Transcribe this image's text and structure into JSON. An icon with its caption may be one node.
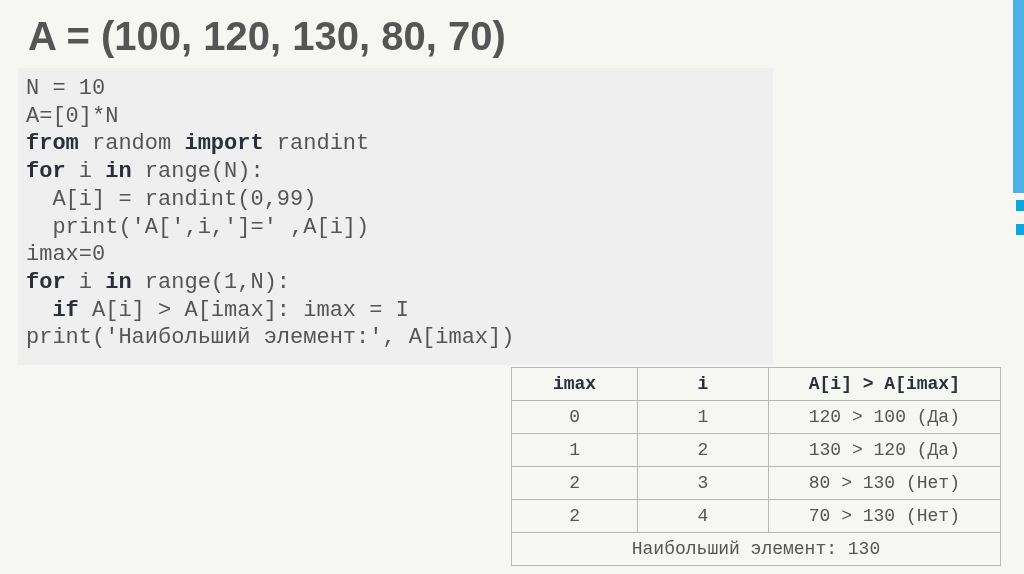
{
  "diagram": {
    "title": "A = (100, 120, 130, 80, 70)",
    "labels": [
      "N = 10",
      "A=[0]*N",
      "**from** random **import** randint",
      "**for** i **in** range(N):",
      "  A[i] = randint(0,99)",
      "  print('A[',i,']=' ,A[i])",
      "imax=0",
      "**for** i **in** range(1,N):",
      "  **if** A[i] > A[imax]: imax = I",
      "print('Наибольший элемент:', A[imax])",
      "imax",
      "i",
      "A[i] > A[imax]",
      "0",
      "1",
      "120 > 100 (Да)",
      "1",
      "2",
      "130 > 120 (Да)",
      "2",
      "3",
      "80 > 130 (Нет)",
      "2",
      "4",
      "70 > 130 (Нет)",
      "Наибольший элемент: 130"
    ]
  }
}
